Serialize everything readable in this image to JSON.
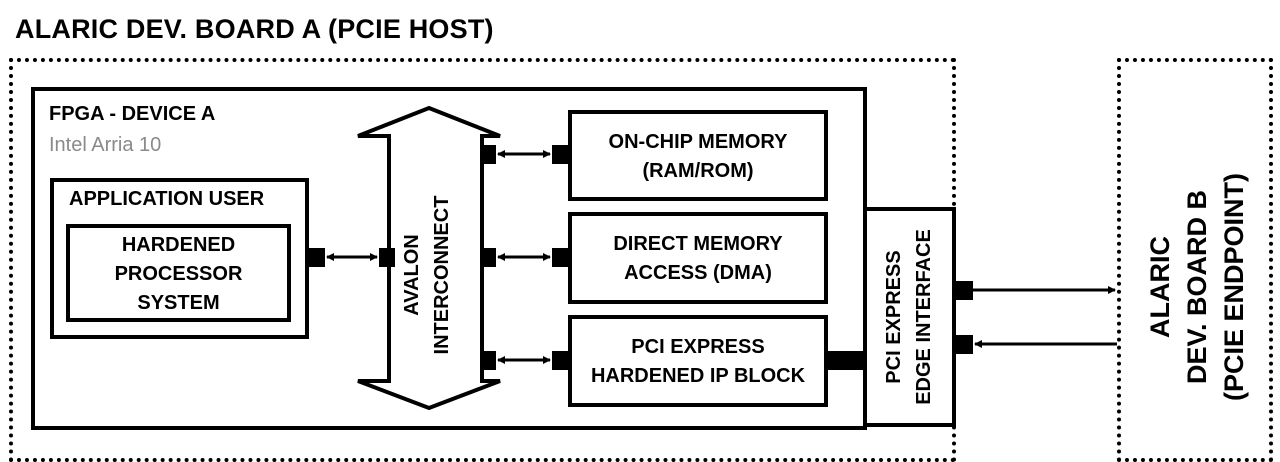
{
  "title": "ALARIC DEV. BOARD A (PCIE HOST)",
  "fpga": {
    "title": "FPGA - DEVICE A",
    "subtitle": "Intel Arria 10"
  },
  "app_user": {
    "title": "APPLICATION USER",
    "processor": [
      "HARDENED",
      "PROCESSOR",
      "SYSTEM"
    ]
  },
  "interconnect": {
    "line1": "AVALON",
    "line2": "INTERCONNECT"
  },
  "blocks": [
    {
      "line1": "ON-CHIP MEMORY",
      "line2": "(RAM/ROM)"
    },
    {
      "line1": "DIRECT MEMORY",
      "line2": "ACCESS (DMA)"
    },
    {
      "line1": "PCI EXPRESS",
      "line2": "HARDENED IP BLOCK"
    }
  ],
  "edge_interface": {
    "line1": "PCI EXPRESS",
    "line2": "EDGE INTERFACE"
  },
  "board_b": {
    "line1": "ALARIC",
    "line2": "DEV. BOARD B",
    "line3": "(PCIE ENDPOINT)"
  },
  "colors": {
    "line": "#000000",
    "subtitle": "#8a8a8a",
    "background": "#ffffff"
  }
}
